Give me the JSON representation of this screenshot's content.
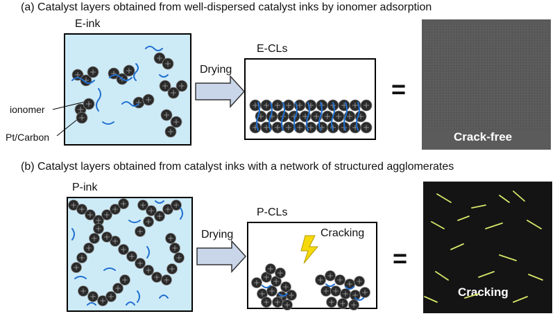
{
  "panel_a": {
    "title": "(a) Catalyst layers obtained from well-dispersed catalyst inks by ionomer adsorption",
    "ink_label": "E-ink",
    "process_label": "Drying",
    "cl_label": "E-CLs",
    "equals": "=",
    "photo_caption": "Crack-free",
    "callout_ionomer": "ionomer",
    "callout_ptcarbon": "Pt/Carbon"
  },
  "panel_b": {
    "title": "(b) Catalyst layers obtained from catalyst inks with a network of structured agglomerates",
    "ink_label": "P-ink",
    "process_label": "Drying",
    "cl_label": "P-CLs",
    "crack_label": "Cracking",
    "equals": "=",
    "photo_caption": "Cracking"
  },
  "colors": {
    "ink_background": "#cdebf7",
    "particle": "#2a2a2a",
    "ionomer": "#1f6fd1",
    "arrow_fill": "#c9d6ea",
    "lightning": "#f5d90a",
    "crack_line": "#d9e86a"
  }
}
